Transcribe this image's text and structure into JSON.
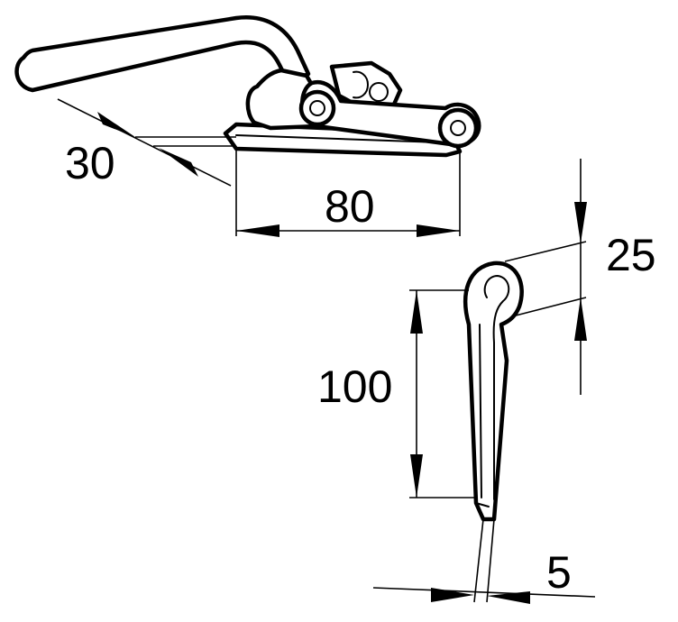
{
  "dimensions": {
    "angle": "30",
    "length": "80",
    "pin_length": "100",
    "pin_width": "25",
    "thickness": "5"
  }
}
